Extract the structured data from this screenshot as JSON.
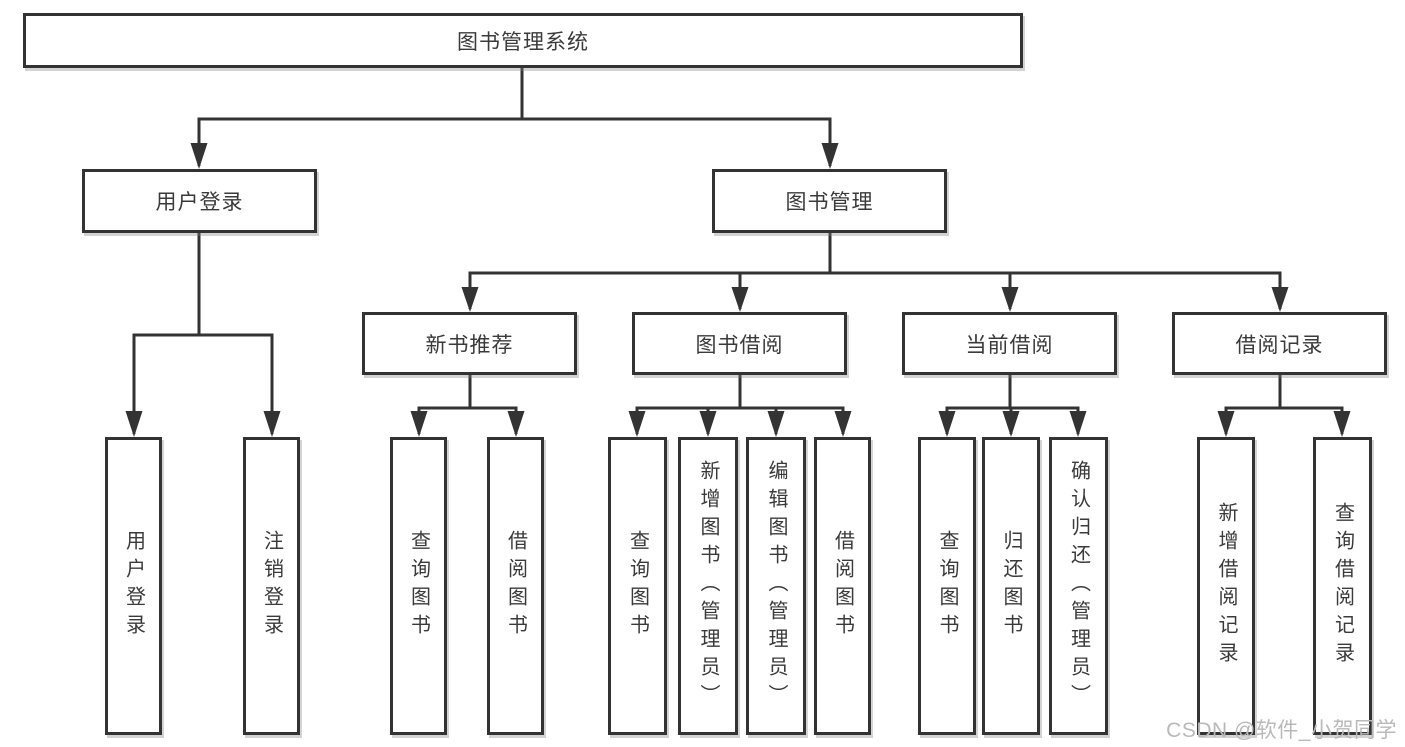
{
  "diagram": {
    "title": "图书管理系统",
    "watermark": "CSDN @软件_小贺同学",
    "colors": {
      "line": "#333333",
      "box_border": "#333333",
      "text": "#3a3a3a",
      "watermark": "#b9b9b9",
      "background": "#ffffff"
    },
    "nodes": {
      "root": "图书管理系统",
      "level1": {
        "login": "用户登录",
        "manage": "图书管理"
      },
      "level2": {
        "recommend": "新书推荐",
        "borrow": "图书借阅",
        "current": "当前借阅",
        "records": "借阅记录"
      },
      "leaves": {
        "login_user": "用户登录",
        "login_logout": "注销登录",
        "rec_query": "查询图书",
        "rec_borrow": "借阅图书",
        "borrow_query": "查询图书",
        "borrow_add": "新增图书（管理员）",
        "borrow_edit": "编辑图书（管理员）",
        "borrow_borrow": "借阅图书",
        "current_query": "查询图书",
        "current_return": "归还图书",
        "current_confirm": "确认归还（管理员）",
        "records_add": "新增借阅记录",
        "records_query": "查询借阅记录"
      }
    },
    "hierarchy": {
      "图书管理系统": {
        "用户登录": [
          "用户登录",
          "注销登录"
        ],
        "图书管理": {
          "新书推荐": [
            "查询图书",
            "借阅图书"
          ],
          "图书借阅": [
            "查询图书",
            "新增图书（管理员）",
            "编辑图书（管理员）",
            "借阅图书"
          ],
          "当前借阅": [
            "查询图书",
            "归还图书",
            "确认归还（管理员）"
          ],
          "借阅记录": [
            "新增借阅记录",
            "查询借阅记录"
          ]
        }
      }
    }
  }
}
